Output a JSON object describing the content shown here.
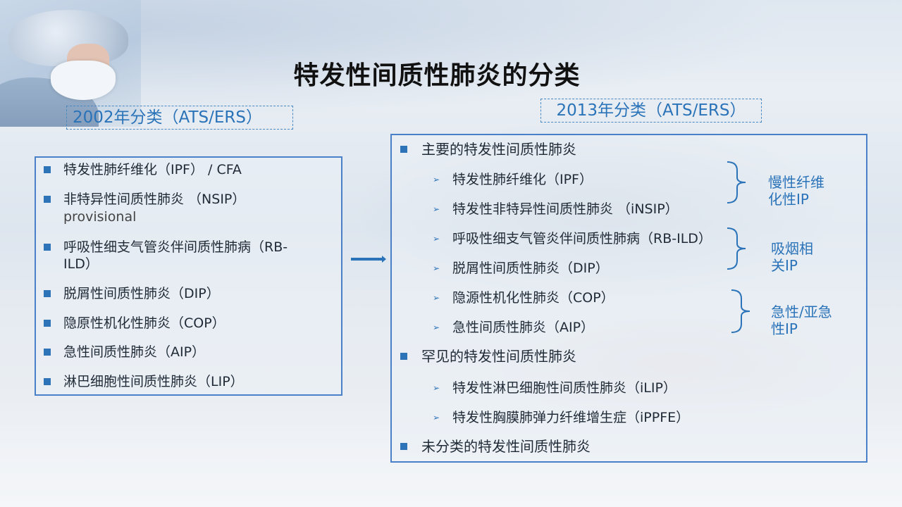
{
  "title": "特发性间质性肺炎的分类",
  "left_label": "2002年分类（ATS/ERS）",
  "right_label": "2013年分类（ATS/ERS）",
  "left_items": [
    "特发性肺纤维化（IPF） / CFA",
    "非特异性间质性肺炎 （NSIP）",
    "provisional",
    "呼吸性细支气管炎伴间质性肺病（RB-",
    "ILD）",
    "脱屑性间质性肺炎（DIP）",
    "隐原性机化性肺炎（COP）",
    "急性间质性肺炎（AIP）",
    "淋巴细胞性间质性肺炎（LIP）"
  ],
  "right_main": [
    "主要的特发性间质性肺炎",
    "罕见的特发性间质性肺炎",
    "未分类的特发性间质性肺炎"
  ],
  "right_sub": [
    "特发性肺纤维化（IPF）",
    "特发性非特异性间质性肺炎 （iNSIP）",
    "呼吸性细支气管炎伴间质性肺病（RB-ILD）",
    "脱屑性间质性肺炎（DIP）",
    "隐源性机化性肺炎（COP）",
    "急性间质性肺炎（AIP）",
    "特发性淋巴细胞性间质性肺炎（iLIP）",
    "特发性胸膜肺弹力纤维增生症（iPPFE）"
  ],
  "annotations": [
    [
      "慢性纤维",
      "化性IP"
    ],
    [
      "吸烟相",
      "关IP"
    ],
    [
      "急性/亚急",
      "性IP"
    ]
  ],
  "colors": {
    "accent": "#2a73b8",
    "border": "#4a80c8",
    "title": "#111111"
  },
  "icons": {
    "bullet": "square-bullet-icon",
    "sub_bullet": "chevron-right-icon",
    "arrow": "arrow-right-icon"
  }
}
